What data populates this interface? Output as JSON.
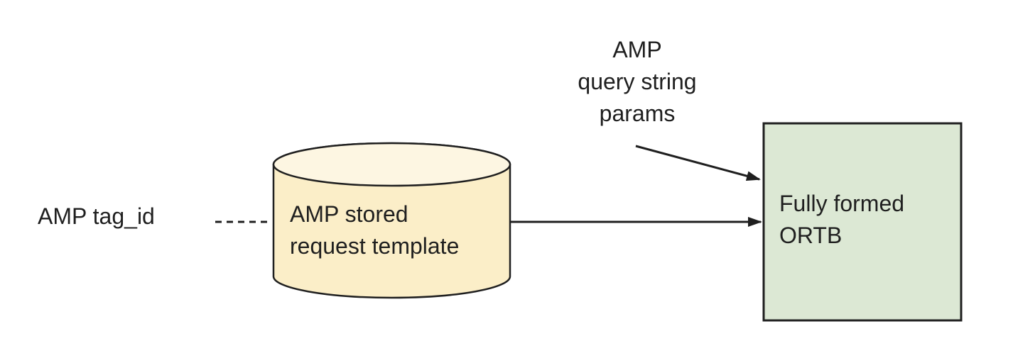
{
  "colors": {
    "background": "#ffffff",
    "stroke": "#1f1f1f",
    "text": "#1f1f1f",
    "cylinder_body": "#fbeec8",
    "cylinder_top": "#fdf6e2",
    "box_fill": "#dce8d4"
  },
  "nodes": {
    "input_label": {
      "text": "AMP tag_id"
    },
    "cylinder": {
      "shape": "cylinder",
      "label": "AMP stored\nrequest template"
    },
    "query_params_label": {
      "text": "AMP\nquery string\nparams"
    },
    "output_box": {
      "shape": "rectangle",
      "label": "Fully formed\nORTB"
    }
  },
  "connectors": [
    {
      "from": "input_label",
      "to": "cylinder",
      "style": "dashed",
      "arrow": false
    },
    {
      "from": "cylinder",
      "to": "output_box",
      "style": "solid",
      "arrow": true
    },
    {
      "from": "query_params_label",
      "to": "output_box",
      "style": "solid",
      "arrow": true
    }
  ]
}
